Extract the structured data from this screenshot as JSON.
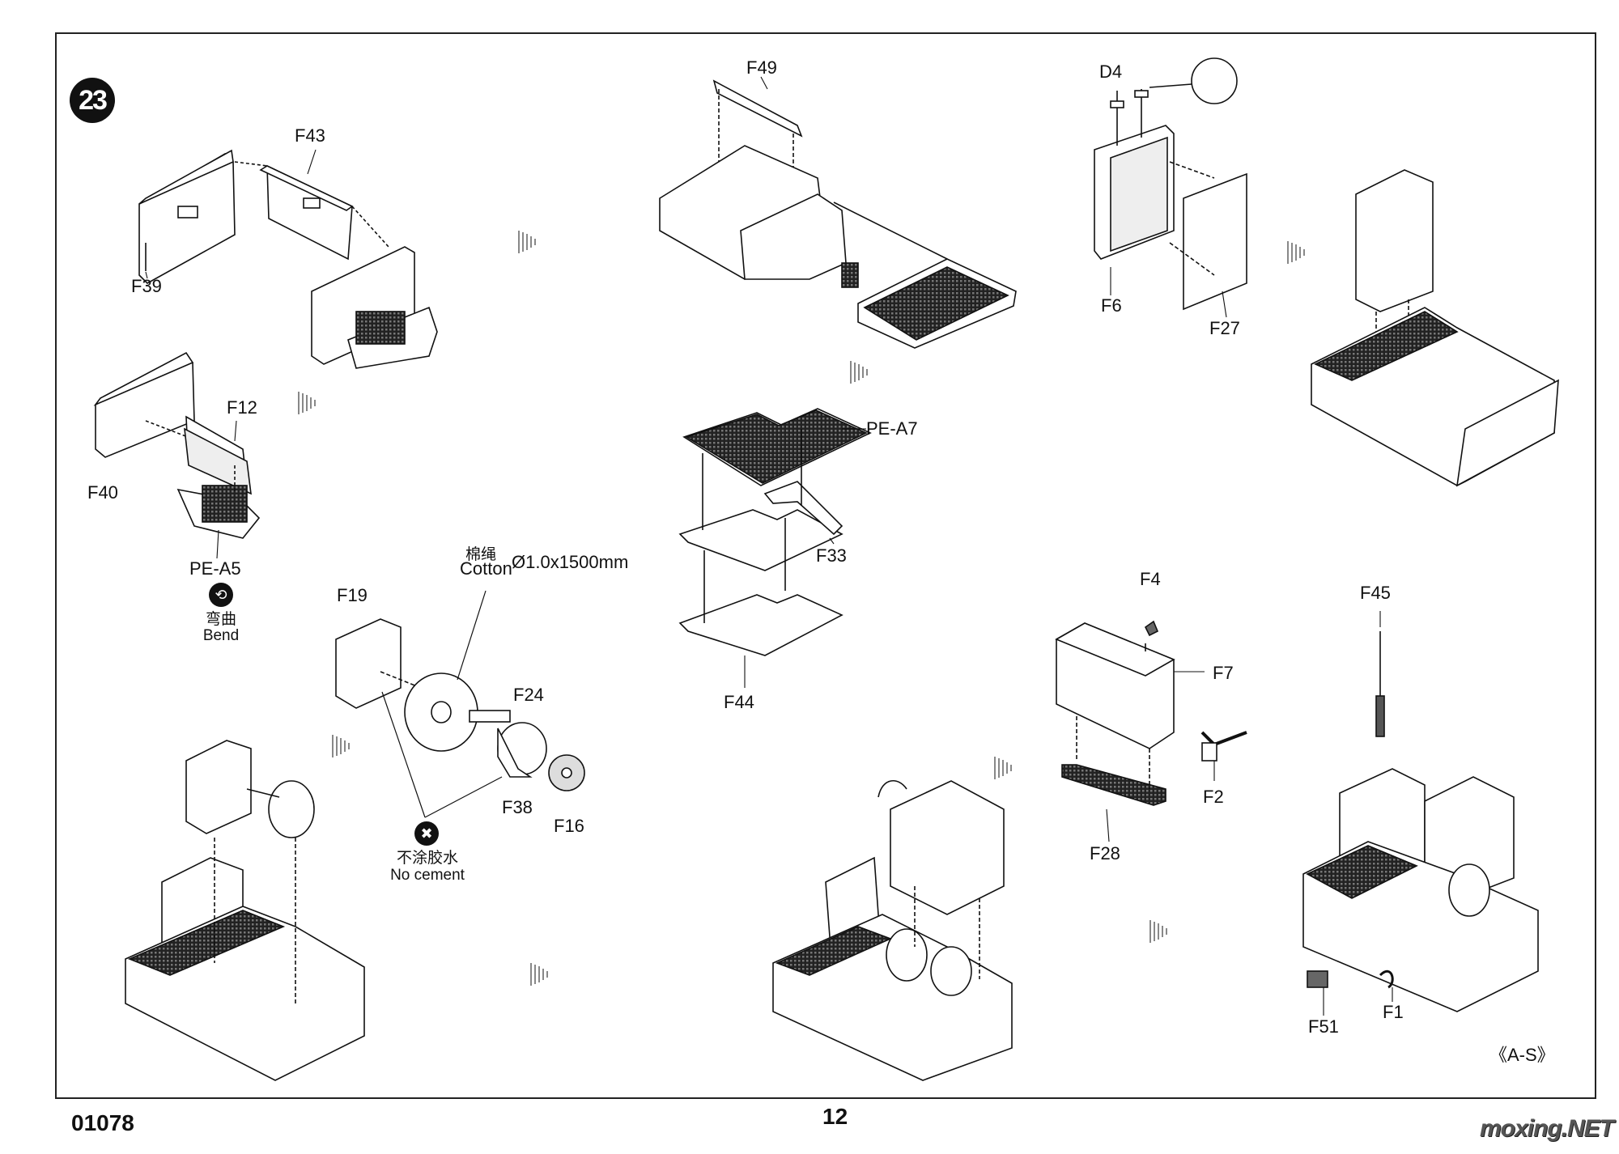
{
  "step": {
    "number": "23"
  },
  "footer": {
    "kit_number": "01078",
    "page_number": "12",
    "watermark": "moxing.NET"
  },
  "sub_reference": "《A-S》",
  "part_labels": {
    "f43": "F43",
    "f39": "F39",
    "f40": "F40",
    "f12": "F12",
    "pe_a5": "PE-A5",
    "f49": "F49",
    "pe_a7": "PE-A7",
    "f33": "F33",
    "f44": "F44",
    "d4": "D4",
    "f6": "F6",
    "f27": "F27",
    "f19": "F19",
    "f24": "F24",
    "f38": "F38",
    "f16": "F16",
    "f4": "F4",
    "f7": "F7",
    "f2": "F2",
    "f28": "F28",
    "f45": "F45",
    "f51": "F51",
    "f1": "F1"
  },
  "notes": {
    "bend_cn": "弯曲",
    "bend_en": "Bend",
    "cotton_cn": "棉绳",
    "cotton_en": "Cotton",
    "cotton_spec": "Ø1.0x1500mm",
    "no_cement_cn": "不涂胶水",
    "no_cement_en": "No cement"
  },
  "icons": {
    "bend": "bend-icon",
    "no_cement": "no-cement-icon",
    "flow_arrow": "assembly-flow-arrow-icon"
  }
}
